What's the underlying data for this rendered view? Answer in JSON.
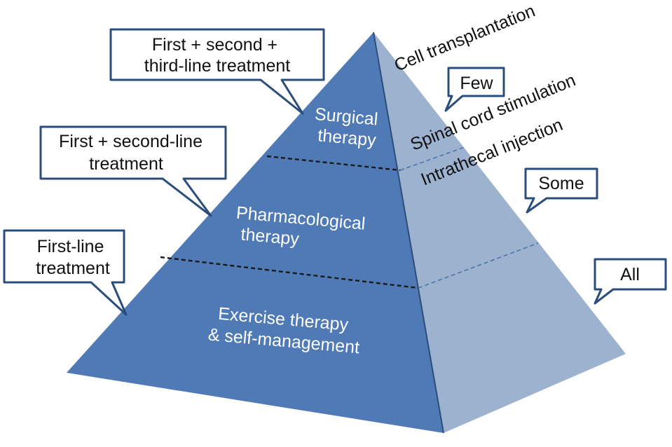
{
  "colors": {
    "front_face": "#4f7ab5",
    "side_face": "#9cb2cf",
    "edge": "#2c4d7a",
    "callout_border": "#2a4d7c",
    "tier_text": "#ffffff",
    "callout_text": "#111111"
  },
  "tiers": [
    {
      "id": "surgical",
      "lines": [
        "Surgical",
        "therapy"
      ]
    },
    {
      "id": "pharmacological",
      "lines": [
        "Pharmacological",
        "therapy"
      ]
    },
    {
      "id": "exercise",
      "lines": [
        "Exercise therapy",
        "& self-management"
      ]
    }
  ],
  "treatment_callouts": [
    {
      "id": "third-line",
      "lines": [
        "First + second +",
        "third-line treatment"
      ]
    },
    {
      "id": "second-line",
      "lines": [
        "First + second-line",
        "treatment"
      ]
    },
    {
      "id": "first-line",
      "lines": [
        "First-line",
        "treatment"
      ]
    }
  ],
  "population_callouts": [
    {
      "id": "few",
      "label": "Few"
    },
    {
      "id": "some",
      "label": "Some"
    },
    {
      "id": "all",
      "label": "All"
    }
  ],
  "interventions": [
    {
      "id": "cell-transplantation",
      "label": "Cell transplantation"
    },
    {
      "id": "spinal-cord-stimulation",
      "label": "Spinal cord stimulation"
    },
    {
      "id": "intrathecal-injection",
      "label": "Intrathecal injection"
    }
  ]
}
